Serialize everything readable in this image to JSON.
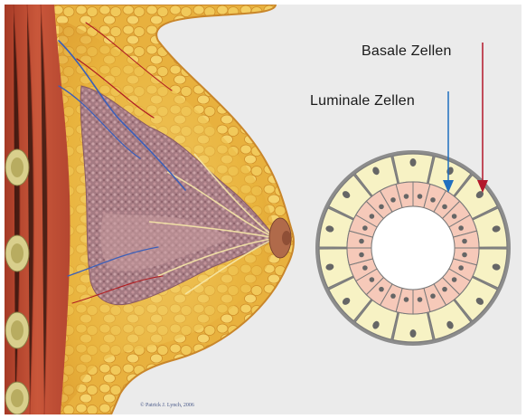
{
  "labels": {
    "basal": "Basale Zellen",
    "luminal": "Luminale Zellen"
  },
  "credit": "© Patrick J. Lynch, 2006",
  "colors": {
    "background": "#ebebeb",
    "basal_cell": "#f7f2c4",
    "luminal_cell": "#f6c9b9",
    "cell_outline": "#7a7a7a",
    "nucleus": "#666666",
    "basal_arrow": "#b3162b",
    "luminal_arrow": "#1f6fbf"
  },
  "icons": {
    "basal_arrow": "arrow-down-icon",
    "luminal_arrow": "arrow-down-icon"
  }
}
